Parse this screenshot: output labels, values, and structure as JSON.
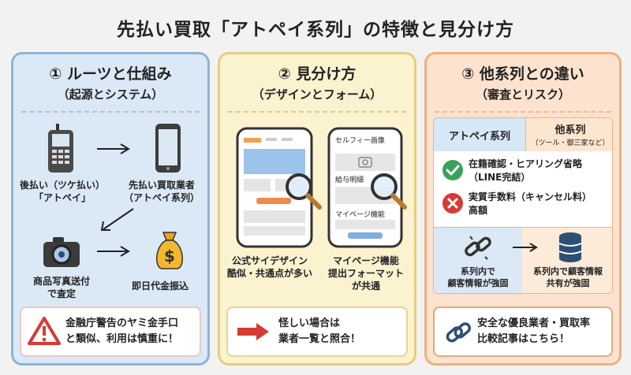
{
  "title": "先払い買取「アトペイ系列」の特徴と見分け方",
  "panel1": {
    "heading": "① ルーツと仕組み",
    "subheading": "（起源とシステム）",
    "phone_caption_line1": "後払い（ツケ払い）",
    "phone_caption_line2": "「アトペイ」",
    "smartphone_caption_line1": "先払い買取業者",
    "smartphone_caption_line2": "（アトペイ系列）",
    "camera_caption_line1": "商品写真送付",
    "camera_caption_line2": "で査定",
    "money_caption": "即日代金振込",
    "warning_line1": "金融庁警告のヤミ金手口",
    "warning_line2": "と類似、利用は慎重に！"
  },
  "panel2": {
    "heading": "② 見分け方",
    "subheading": "（デザインとフォーム）",
    "form_label_selfie": "セルフィー画像",
    "form_label_payslip": "給与明細",
    "form_label_mypage": "マイページ機能",
    "caption_left_line1": "公式サイデザイン",
    "caption_left_line2": "酷似・共通点が多い",
    "caption_right_line1": "マイページ機能",
    "caption_right_line2": "提出フォーマット",
    "caption_right_line3": "が共通",
    "note_line1": "怪しい場合は",
    "note_line2": "業者一覧と照合！"
  },
  "panel3": {
    "heading": "③ 他系列との違い",
    "subheading": "（審査とリスク）",
    "col_left": "アトペイ系列",
    "col_right": "他系列",
    "col_right_sub": "（ツール・御三家など）",
    "check_line1": "在籍確認・ヒアリング省略",
    "check_line2": "（LINE完結）",
    "cross_line1": "実質手数料（キャンセル料）",
    "cross_line2": "高額",
    "left_info_line1": "系列内で",
    "left_info_line2": "顧客情報が強固",
    "right_info_line1": "系列内で顧客情報",
    "right_info_line2": "共有が強固",
    "cta_line1": "安全な優良業者・買取率",
    "cta_line2": "比較記事はこちら！"
  },
  "colors": {
    "blue_panel": "#dbe9f6",
    "yellow_panel": "#fbf2cf",
    "orange_panel": "#fde3cf",
    "warning_red": "#d83a35",
    "check_green": "#3aa15a"
  }
}
